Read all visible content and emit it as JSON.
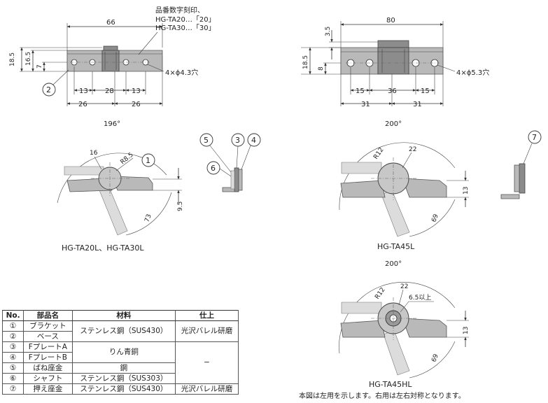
{
  "top_left": {
    "note_line1": "品番数字刻印、",
    "note_line2": "HG-TA20…「20」",
    "note_line3": "HG-TA30…「30」",
    "dim_overall": "66",
    "dim_height_total": "18.5",
    "dim_height_body": "16.5",
    "dim_hole_offset": "7",
    "dim_hole_pitch_left": "13",
    "dim_center": "28",
    "dim_hole_pitch_right": "13",
    "dim_half_left": "26",
    "dim_half_right": "26",
    "hole_spec": "4×ϕ4.3穴",
    "callout": "2"
  },
  "top_right": {
    "dim_overall": "80",
    "dim_thickness": "3.5",
    "dim_height_total": "18.5",
    "dim_hole_offset": "8",
    "dim_hole_pitch_left": "15",
    "dim_center": "36",
    "dim_hole_pitch_right": "15",
    "dim_half_left": "31",
    "dim_half_right": "31",
    "hole_spec": "4×ϕ5.3穴"
  },
  "mid_left": {
    "angle": "196°",
    "dim_dia": "16",
    "dim_radius": "R8.5",
    "dim_height": "9.5",
    "dim_angle_len": "73",
    "callout": "1",
    "caption": "HG-TA20L、HG-TA30L"
  },
  "side_view": {
    "callouts": [
      "5",
      "3",
      "4",
      "6"
    ]
  },
  "mid_right": {
    "angle": "200°",
    "dim_radius": "R12",
    "dim_dia": "22",
    "dim_height": "13",
    "dim_len": "69",
    "caption": "HG-TA45L",
    "callout": "7"
  },
  "bottom_right": {
    "angle": "200°",
    "dim_radius": "R12",
    "dim_dia": "22",
    "dim_clear": "6.5以上",
    "dim_height": "13",
    "dim_len": "69",
    "caption": "HG-TA45HL",
    "note": "本図は左用を示します。右用は左右対称となります。"
  },
  "table": {
    "headers": [
      "No.",
      "部品名",
      "材料",
      "仕上"
    ],
    "rows": [
      {
        "no": "①",
        "name": "ブラケット"
      },
      {
        "no": "②",
        "name": "ベース"
      },
      {
        "no": "③",
        "name": "FプレートA"
      },
      {
        "no": "④",
        "name": "FプレートB"
      },
      {
        "no": "⑤",
        "name": "ばね座金"
      },
      {
        "no": "⑥",
        "name": "シャフト"
      },
      {
        "no": "⑦",
        "name": "押え座金"
      }
    ],
    "mat_sus430": "ステンレス鋼（SUS430）",
    "mat_bronze": "りん青銅",
    "mat_steel": "鋼",
    "mat_sus303": "ステンレス鋼（SUS303）",
    "mat_sus430_b": "ステンレス鋼（SUS430）",
    "fin_barrel": "光沢バレル研磨",
    "fin_none": "−",
    "fin_barrel_b": "光沢バレル研磨"
  }
}
